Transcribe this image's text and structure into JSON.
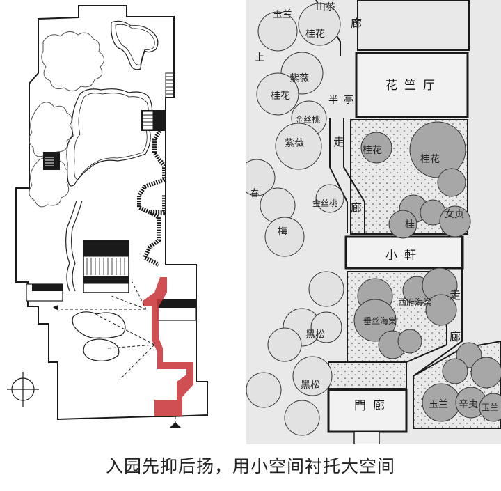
{
  "caption": "入园先抑后扬，用小空间衬托大空间",
  "colors": {
    "route_highlight": "#c8373b",
    "plan_background": "#e9e9e9",
    "planting_fill": "#bdbdbd",
    "dark_tree_fill": "#8e8e8e",
    "ink": "#1a1a1a"
  },
  "left_plan": {
    "description": "Sketch site plan with red entrance corridor route and dashed sight lines",
    "compass": "north-arrow-icon",
    "entrance_marker": "entrance-arrow-icon"
  },
  "right_plan": {
    "rooms": {
      "hall": "花竺厅",
      "half_pavilion": "半亭",
      "small_pavilion": "小軒",
      "gate_corridor": "門廊",
      "corridor_top": "廊",
      "corridor_mid_1": "走",
      "corridor_mid_2": "廊",
      "corridor_right_1": "走",
      "corridor_right_2": "廊"
    },
    "plants": [
      {
        "label": "玉兰"
      },
      {
        "label": "桂花"
      },
      {
        "label": "山茶"
      },
      {
        "label": "紫薇"
      },
      {
        "label": "桂花"
      },
      {
        "label": "金丝桃"
      },
      {
        "label": "紫薇"
      },
      {
        "label": "桂花"
      },
      {
        "label": "桂花"
      },
      {
        "label": "春"
      },
      {
        "label": "金丝桃"
      },
      {
        "label": "梅"
      },
      {
        "label": "桂"
      },
      {
        "label": "女贞"
      },
      {
        "label": "西府海棠"
      },
      {
        "label": "垂丝海棠"
      },
      {
        "label": "黑松"
      },
      {
        "label": "黑松"
      },
      {
        "label": "玉兰"
      },
      {
        "label": "辛夷"
      },
      {
        "label": "玉兰"
      }
    ],
    "edge_mark": "上"
  }
}
